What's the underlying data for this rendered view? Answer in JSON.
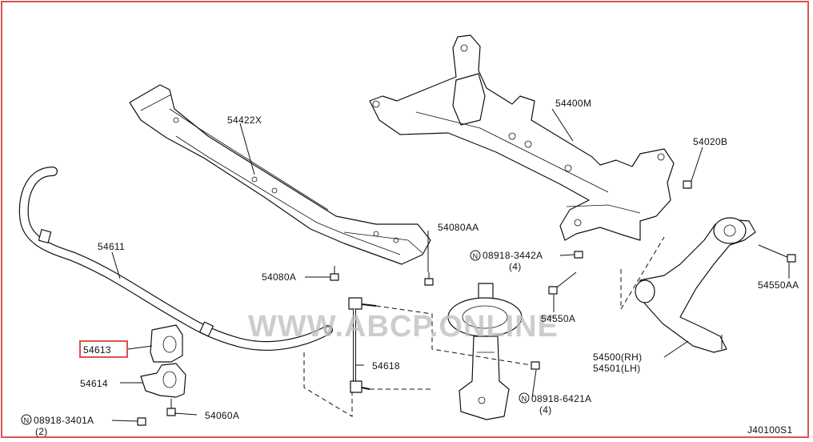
{
  "diagram_id": "J40100S1",
  "watermark": "WWW.ABCP.ONLINE",
  "highlight_color": "#d9534f",
  "labels": {
    "p54422X": "54422X",
    "p54400M": "54400M",
    "p54020B": "54020B",
    "p54080AA": "54080AA",
    "p54611": "54611",
    "p3442A": "08918-3442A",
    "p3442A_qty": "(4)",
    "p54550AA": "54550AA",
    "p54080A": "54080A",
    "p54550A": "54550A",
    "p54613": "54613",
    "p54500": "54500(RH)",
    "p54501": "54501(LH)",
    "p54618": "54618",
    "p54614": "54614",
    "p6421A": "08918-6421A",
    "p6421A_qty": "(4)",
    "p3401A": "08918-3401A",
    "p3401A_qty": "(2)",
    "p54060A": "54060A",
    "n_symbol": "N"
  }
}
